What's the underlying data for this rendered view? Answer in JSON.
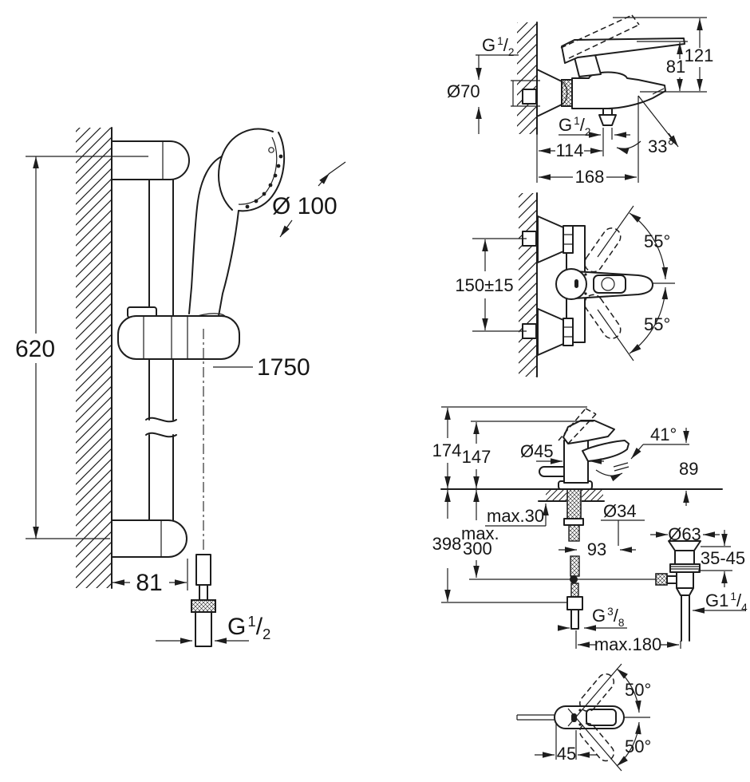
{
  "page": {
    "background": "#ffffff",
    "line_color": "#1d1d1d"
  },
  "threads": {
    "g_half": {
      "base": "G",
      "sup": "1",
      "slash": "/",
      "sub": "2"
    },
    "g_three_eighth": {
      "base": "G",
      "sup": "3",
      "slash": "/",
      "sub": "8"
    },
    "g_one_and_quarter": {
      "base": "G1",
      "sup": "1",
      "slash": "/",
      "sub": "4"
    }
  },
  "shower_rail": {
    "height": "620",
    "head_diameter": "Ø 100",
    "hose_length": "1750",
    "bracket_depth": "81"
  },
  "bath_mixer_front": {
    "flange_diameter": "Ø70",
    "height_total": "121",
    "height_lever": "81",
    "wall_to_outlet": "114",
    "spout_angle": "33°",
    "wall_to_spout_tip": "168"
  },
  "bath_mixer_top": {
    "connection_distance": "150±15",
    "swivel_up": "55°",
    "swivel_down": "55°"
  },
  "basin_mixer": {
    "height_lever_open": "174",
    "height_lever": "147",
    "body_diameter": "Ø45",
    "lever_angle": "41°",
    "spout_height": "89",
    "deck_thickness": "max.30",
    "hole_diameter": "Ø34",
    "height_below": "398",
    "rod_line1": "max.",
    "rod_line2": "300",
    "hose_offset": "93",
    "waste_diameter": "Ø63",
    "clamping_range": "35-45",
    "hose_spacing": "max.180"
  },
  "basin_mixer_top": {
    "swivel_up": "50°",
    "swivel_down": "50°",
    "lever_offset": "45"
  }
}
